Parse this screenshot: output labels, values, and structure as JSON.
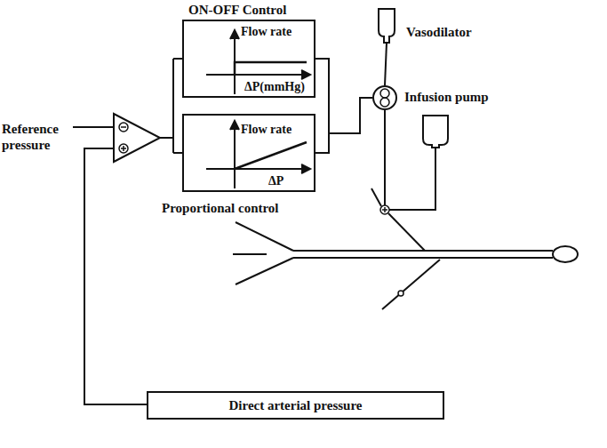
{
  "diagram": {
    "nodes": [
      {
        "text": [
          "ON-OFF Control",
          "Flow rate",
          "ΔP(mmHg)"
        ]
      },
      {
        "text": [
          "Vasodilator"
        ]
      },
      {
        "text": [
          "Infusion pump"
        ]
      },
      {
        "text": [
          "Flow rate",
          "ΔP",
          "Proportional control"
        ]
      },
      {
        "text": [
          "Direct arterial pressure"
        ]
      }
    ],
    "edges": [
      {
        "from": 0,
        "to": 2,
        "arrow": "none"
      },
      {
        "from": 3,
        "to": 2,
        "arrow": "none"
      },
      {
        "from": 1,
        "to": 2,
        "arrow": "none"
      }
    ],
    "labels": [
      "Reference pressure"
    ]
  }
}
